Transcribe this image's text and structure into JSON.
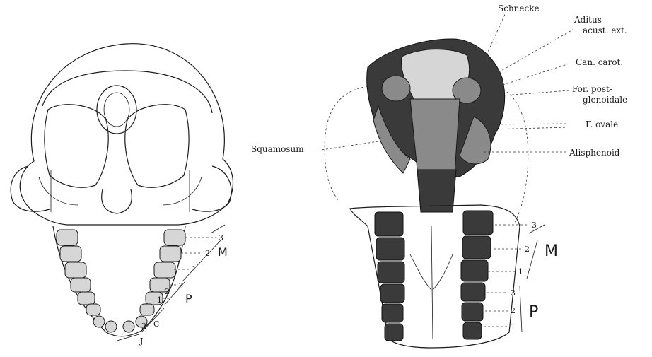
{
  "left_figure": {
    "molar_numbers": [
      "3",
      "2",
      "1"
    ],
    "molar_label": "M",
    "premolar_numbers": [
      "3",
      "2",
      "1"
    ],
    "premolar_label": "P",
    "canine_number": "2",
    "canine_label": "C",
    "incisor_number": "1",
    "incisor_label": "J"
  },
  "right_figure": {
    "labels": {
      "schnecke": "Schnecke",
      "aditus_1": "Aditus",
      "aditus_2": "acust. ext.",
      "can_carot": "Can. carot.",
      "for_post_1": "For. post-",
      "for_post_2": "glenoidale",
      "f_ovale": "F. ovale",
      "alisphenoid": "Alisphenoid",
      "squamosum": "Squamosum"
    },
    "molar_numbers": [
      "3",
      "2",
      "1"
    ],
    "molar_label": "M",
    "premolar_numbers": [
      "3",
      "2",
      "1"
    ],
    "premolar_label": "P"
  }
}
